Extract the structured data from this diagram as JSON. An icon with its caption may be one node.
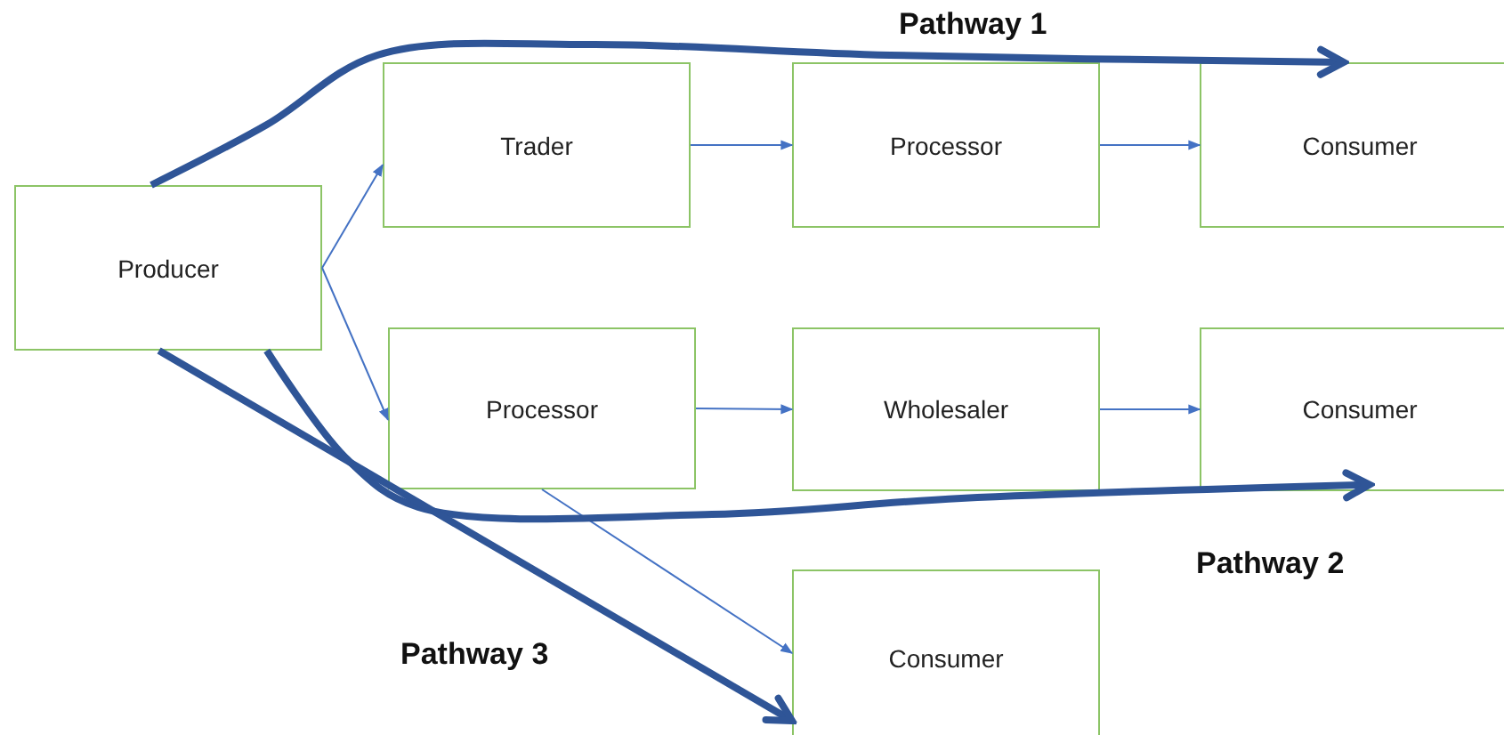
{
  "diagram": {
    "nodes": [
      {
        "text": [
          "Producer"
        ]
      },
      {
        "text": [
          "Trader"
        ]
      },
      {
        "text": [
          "Processor"
        ]
      },
      {
        "text": [
          "Consumer"
        ]
      },
      {
        "text": [
          "Processor"
        ]
      },
      {
        "text": [
          "Wholesaler"
        ]
      },
      {
        "text": [
          "Consumer"
        ]
      },
      {
        "text": [
          "Consumer"
        ]
      }
    ],
    "edges": [
      {
        "from": 0,
        "to": 1,
        "arrow": "to"
      },
      {
        "from": 1,
        "to": 2,
        "arrow": "to"
      },
      {
        "from": 2,
        "to": 3,
        "arrow": "to"
      },
      {
        "from": 0,
        "to": 4,
        "arrow": "to"
      },
      {
        "from": 4,
        "to": 5,
        "arrow": "to"
      },
      {
        "from": 5,
        "to": 6,
        "arrow": "to"
      },
      {
        "from": 4,
        "to": 7,
        "arrow": "to"
      },
      {
        "from": 0,
        "to": 3,
        "arrow": "to",
        "style": "thick",
        "color": "#2f5597"
      },
      {
        "from": 0,
        "to": 6,
        "arrow": "to",
        "style": "thick",
        "color": "#2f5597"
      },
      {
        "from": 0,
        "to": 7,
        "arrow": "to",
        "style": "thick",
        "color": "#2f5597"
      }
    ],
    "labels": [
      "Pathway 1",
      "Pathway 2",
      "Pathway 3"
    ]
  }
}
